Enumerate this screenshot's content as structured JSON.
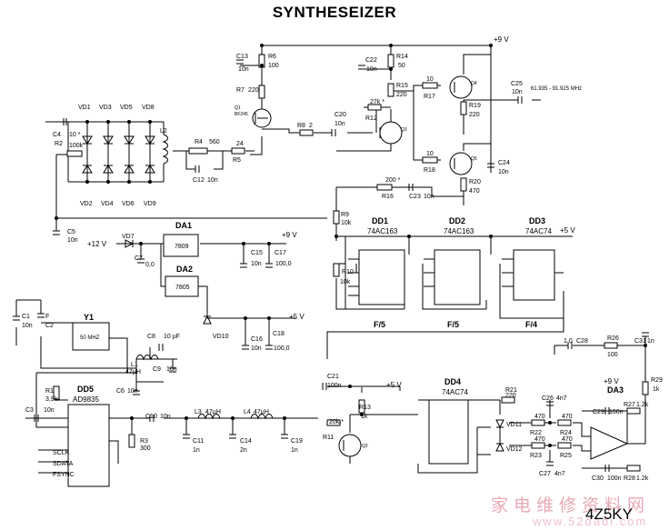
{
  "title": "SYNTHESEIZER",
  "signature": "4Z5KY",
  "watermark": {
    "cn": "家电维修资料网",
    "url": "www.52dadi.com"
  },
  "rails": {
    "p9v_top": "+9 V",
    "p9v_mid": "+9 V",
    "p5v_a": "+5 V",
    "p5v_b": "+5 V",
    "p5v_c": "+5 V",
    "p9v_b": "+9 V",
    "p12v": "+12 V"
  },
  "labels": {
    "vd1": "VD1",
    "vd3": "VD3",
    "vd5": "VD5",
    "vd8": "VD8",
    "vd2": "VD2",
    "vd4": "VD4",
    "vd6": "VD6",
    "vd9": "VD9",
    "c4": "C4",
    "c4v": "10 *",
    "r2": "R2",
    "r2v": "100k",
    "l2": "L2",
    "r4": "R4",
    "r4v": "560",
    "r5": "R5",
    "r5v": "24",
    "c12": "C12",
    "c12v": "10n",
    "c5": "C5",
    "c5v": "10n",
    "c13": "C13",
    "c13v": "10n",
    "r6": "R6",
    "r6v": "100",
    "r7": "R7",
    "r7v": "220",
    "q1": "Q1",
    "q1t": "BF245",
    "r8": "R8",
    "r8v": "2",
    "c20": "C20",
    "c20v": "10n",
    "c22": "C22",
    "c22v": "10n",
    "r14": "R14",
    "r14v": "50",
    "r15": "R15",
    "r15v": "220",
    "r12": "R12",
    "r12v": "27k *",
    "q3": "Q3",
    "q4": "Q4",
    "q5": "Q5",
    "r17": "R17",
    "r17v": "10",
    "r19": "R19",
    "r19v": "220",
    "r18": "R18",
    "r18v": "10",
    "r20": "R20",
    "r20v": "470",
    "c25": "C25",
    "c25v": "10n",
    "freq": "61.935 - 91.925 MHz",
    "c24": "C24",
    "c24v": "10n",
    "r16": "R16",
    "r16v": "200 *",
    "c23": "C23",
    "c23v": "10n",
    "r9": "R9",
    "r9v": "10k",
    "r10": "R10",
    "r10v": "10k",
    "dd1": "DD1",
    "dd1t": "74AC163",
    "dd2": "DD2",
    "dd2t": "74AC163",
    "dd3": "DD3",
    "dd3t": "74AC74",
    "f5a": "F/5",
    "f5b": "F/5",
    "f4": "F/4",
    "da1": "DA1",
    "da1t": "7809",
    "da2": "DA2",
    "da2t": "7805",
    "vd7": "VD7",
    "c7": "C7",
    "c7v": "0,0",
    "c15": "C15",
    "c15v": "10n",
    "c17": "C17",
    "c17v": "100,0",
    "c16": "C16",
    "c16v": "10n",
    "c18": "C18",
    "c18v": "100,0",
    "vd10": "VD10",
    "c1": "C1",
    "c1v": "10n",
    "c2": "C2",
    "c2v": "F",
    "y1": "Y1",
    "y1t": "50 MHZ",
    "c8": "C8",
    "c8v": "10 µF",
    "l1": "L1",
    "l1v": "47µH",
    "c9": "C9",
    "c9v": "10n",
    "dd5": "DD5",
    "dd5t": "AD9835",
    "r1": "R1",
    "r1v": "3,9k",
    "c6": "C6",
    "c6v": "10n",
    "c3": "C3",
    "c3v": "10n",
    "c10": "C10",
    "c10v": "10n",
    "r3": "R3",
    "r3v": "300",
    "c11": "C11",
    "c11v": "1n",
    "l3": "L3",
    "l3v": "47µH",
    "c14": "C14",
    "c14v": "2n",
    "l4": "L4",
    "l4v": "47µH",
    "c19": "C19",
    "c19v": "1n",
    "sclk": "SCLK",
    "sdata": "SDATA",
    "fsync": "FSYNC",
    "c21": "C21",
    "c21v": "100n",
    "r13": "R13",
    "r13v": "1k",
    "r11": "R11",
    "r11v": "20k *",
    "q2": "Q2",
    "dd4": "DD4",
    "dd4t": "74AC74",
    "r21": "R21",
    "r21v": "220",
    "vd11": "VD11",
    "vd12": "VD12",
    "c28": "C28",
    "c28v": "1,0",
    "r26": "R26",
    "r26v": "100",
    "c31": "C31",
    "c31v": "1n",
    "da3": "DA3",
    "r29": "R29",
    "r29v": "1k",
    "c26": "C26",
    "c26v": "4n7",
    "c27": "C27",
    "c27v": "4n7",
    "r22": "R22",
    "r22v": "470",
    "r23": "R23",
    "r23v": "470",
    "r24": "R24",
    "r24v": "470",
    "r25": "R25",
    "r25v": "470",
    "c29": "C29",
    "c29v": "100n",
    "c30": "C30",
    "c30v": "100n",
    "r27": "R27",
    "r27v": "1.2k",
    "r28": "R28",
    "r28v": "1.2k"
  }
}
